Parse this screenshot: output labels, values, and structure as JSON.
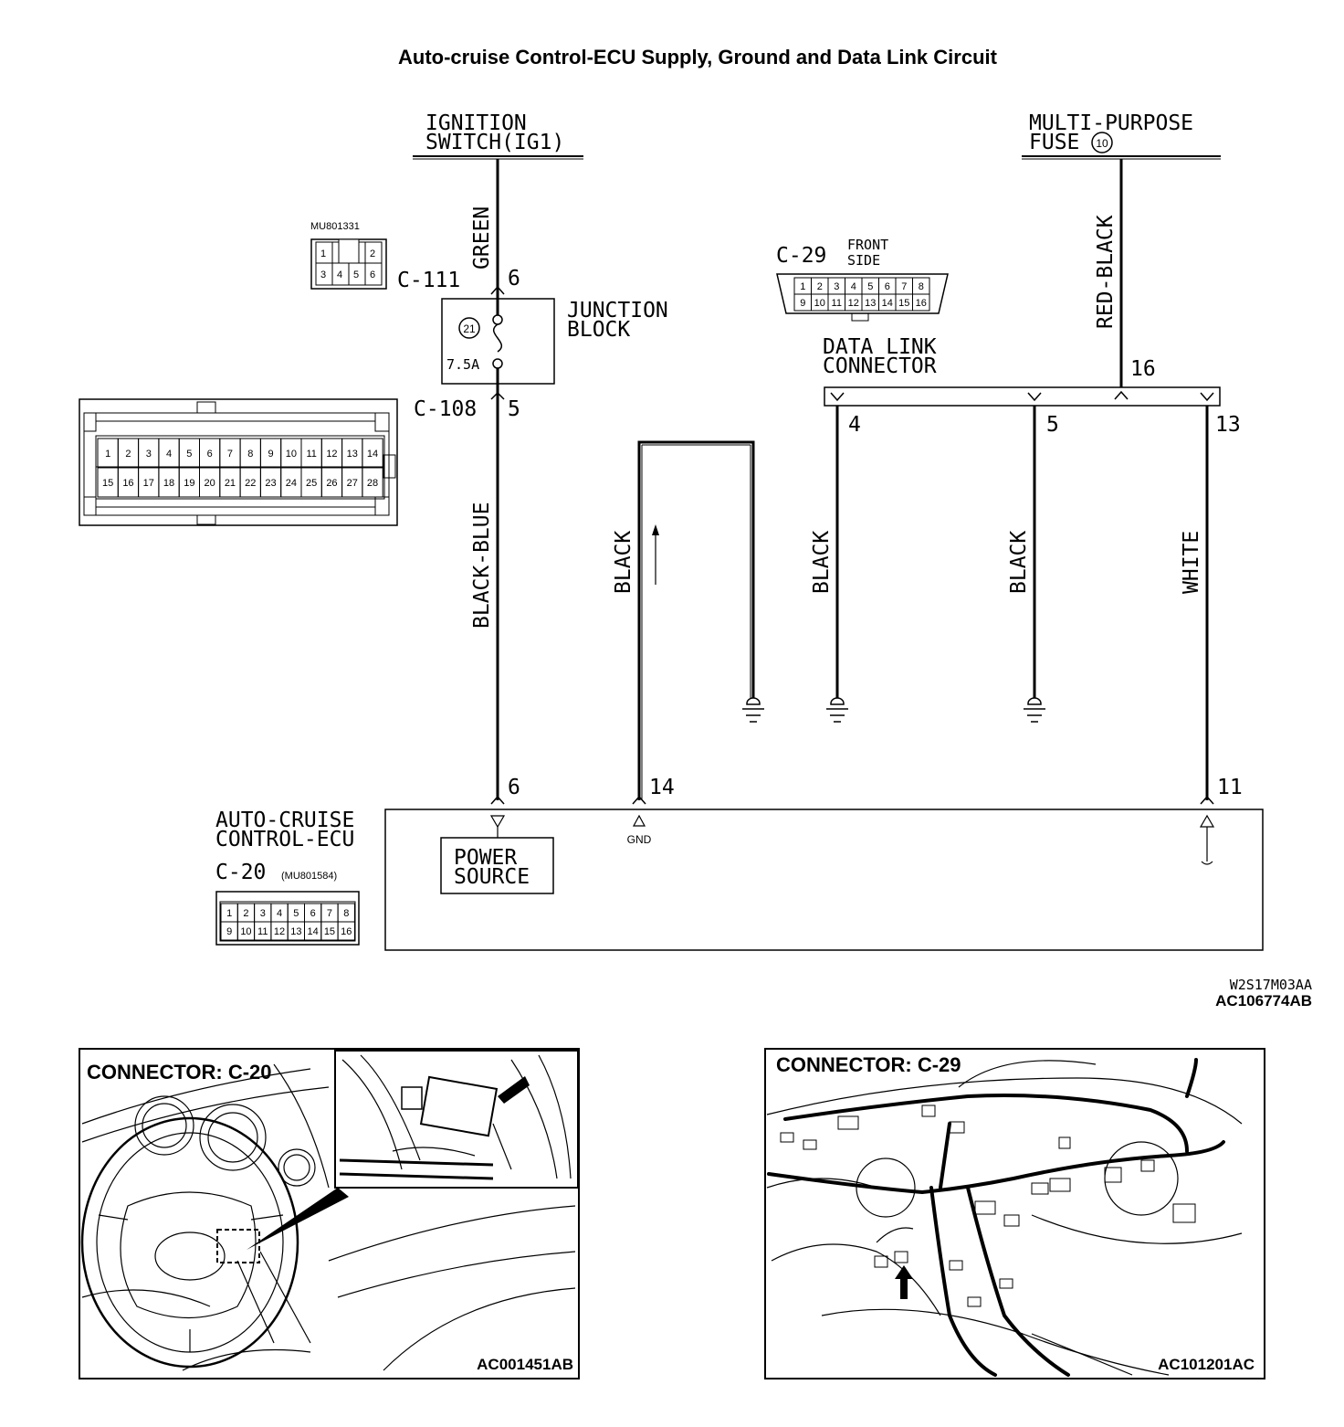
{
  "title": "Auto-cruise Control-ECU Supply, Ground and Data Link Circuit",
  "ignition": {
    "line1": "IGNITION",
    "line2": "SWITCH(IG1)"
  },
  "fuse": {
    "line1": "MULTI-PURPOSE",
    "line2": "FUSE",
    "number": "10"
  },
  "wire_colors": {
    "green": "GREEN",
    "black_blue": "BLACK-BLUE",
    "black": "BLACK",
    "red_black": "RED-BLACK",
    "white": "WHITE"
  },
  "junction_block": {
    "line1": "JUNCTION",
    "line2": "BLOCK",
    "fuse_no": "21",
    "rating": "7.5A"
  },
  "connectors": {
    "c111": "C-111",
    "c108": "C-108",
    "c29": "C-29",
    "c29_note1": "FRONT",
    "c29_note2": "SIDE",
    "c20": "C-20",
    "c20_part": "(MU801584)",
    "c111_part": "MU801331"
  },
  "data_link": {
    "line1": "DATA LINK",
    "line2": "CONNECTOR"
  },
  "pins": {
    "c111_6": "6",
    "c108_5": "5",
    "dlc_16": "16",
    "dlc_4": "4",
    "dlc_5": "5",
    "dlc_13": "13",
    "ecu_6": "6",
    "ecu_14": "14",
    "ecu_11": "11"
  },
  "ecu": {
    "line1": "AUTO-CRUISE",
    "line2": "CONTROL-ECU",
    "power1": "POWER",
    "power2": "SOURCE",
    "gnd": "GND"
  },
  "codes": {
    "drawing": "W2S17M03AA",
    "figure": "AC106774AB",
    "panel1": "AC001451AB",
    "panel2": "AC101201AC"
  },
  "panels": {
    "left_title": "CONNECTOR: C-20",
    "right_title": "CONNECTOR: C-29"
  },
  "connector_faces": {
    "c111_top": [
      "1",
      "2"
    ],
    "c111_bottom": [
      "3",
      "4",
      "5",
      "6"
    ],
    "c108_top": [
      "1",
      "2",
      "3",
      "4",
      "5",
      "6",
      "7",
      "8",
      "9",
      "10",
      "11",
      "12",
      "13",
      "14"
    ],
    "c108_bottom": [
      "15",
      "16",
      "17",
      "18",
      "19",
      "20",
      "21",
      "22",
      "23",
      "24",
      "25",
      "26",
      "27",
      "28"
    ],
    "c16_top": [
      "1",
      "2",
      "3",
      "4",
      "5",
      "6",
      "7",
      "8"
    ],
    "c16_bottom": [
      "9",
      "10",
      "11",
      "12",
      "13",
      "14",
      "15",
      "16"
    ]
  }
}
